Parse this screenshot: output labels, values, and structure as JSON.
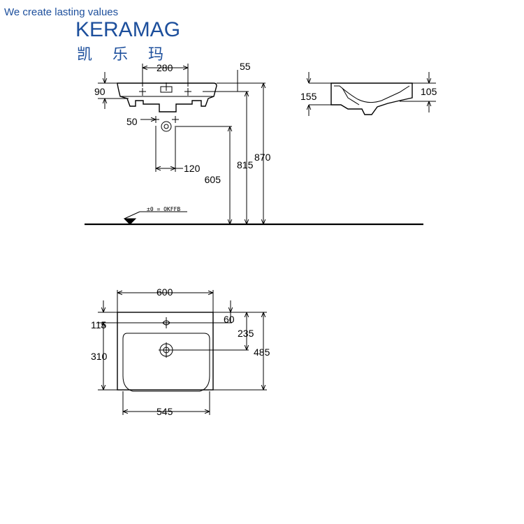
{
  "brand": {
    "tagline": "We create lasting values",
    "name": "KERAMAG",
    "chinese_name": "凯乐玛",
    "color": "#1d4f9c"
  },
  "front_view": {
    "tap_spacing": "280",
    "top_offset": "55",
    "rim_thickness": "90",
    "bolt_offset": "50",
    "waste_spacing": "120",
    "fixing_height": "605",
    "waste_height": "815",
    "rim_height": "870",
    "floor_note": "±0 = OKFFB"
  },
  "side_view": {
    "total_height": "155",
    "bowl_depth": "105"
  },
  "plan_view": {
    "width": "600",
    "tap_hole_offset": "115",
    "bowl_inset": "60",
    "tap_to_waste": "235",
    "bowl_depth": "310",
    "total_depth": "485",
    "bowl_width": "545"
  }
}
